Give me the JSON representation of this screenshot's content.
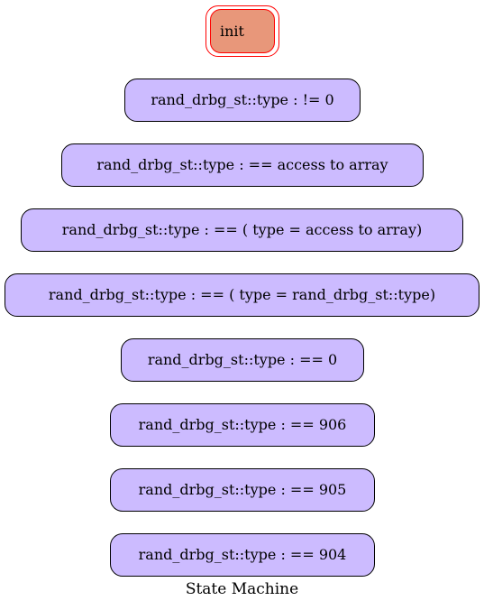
{
  "diagram": {
    "caption": "State Machine",
    "init_label": "init",
    "colors": {
      "node_fill": "#ccbbff",
      "init_fill": "#e8977a",
      "init_border": "#ff0000",
      "node_border": "#000000"
    },
    "states": [
      "rand_drbg_st::type : != 0",
      "rand_drbg_st::type : == access to array",
      "rand_drbg_st::type : == ( type = access to array)",
      "rand_drbg_st::type : == ( type = rand_drbg_st::type)",
      "rand_drbg_st::type : == 0",
      "rand_drbg_st::type : == 906",
      "rand_drbg_st::type : == 905",
      "rand_drbg_st::type : == 904"
    ]
  }
}
